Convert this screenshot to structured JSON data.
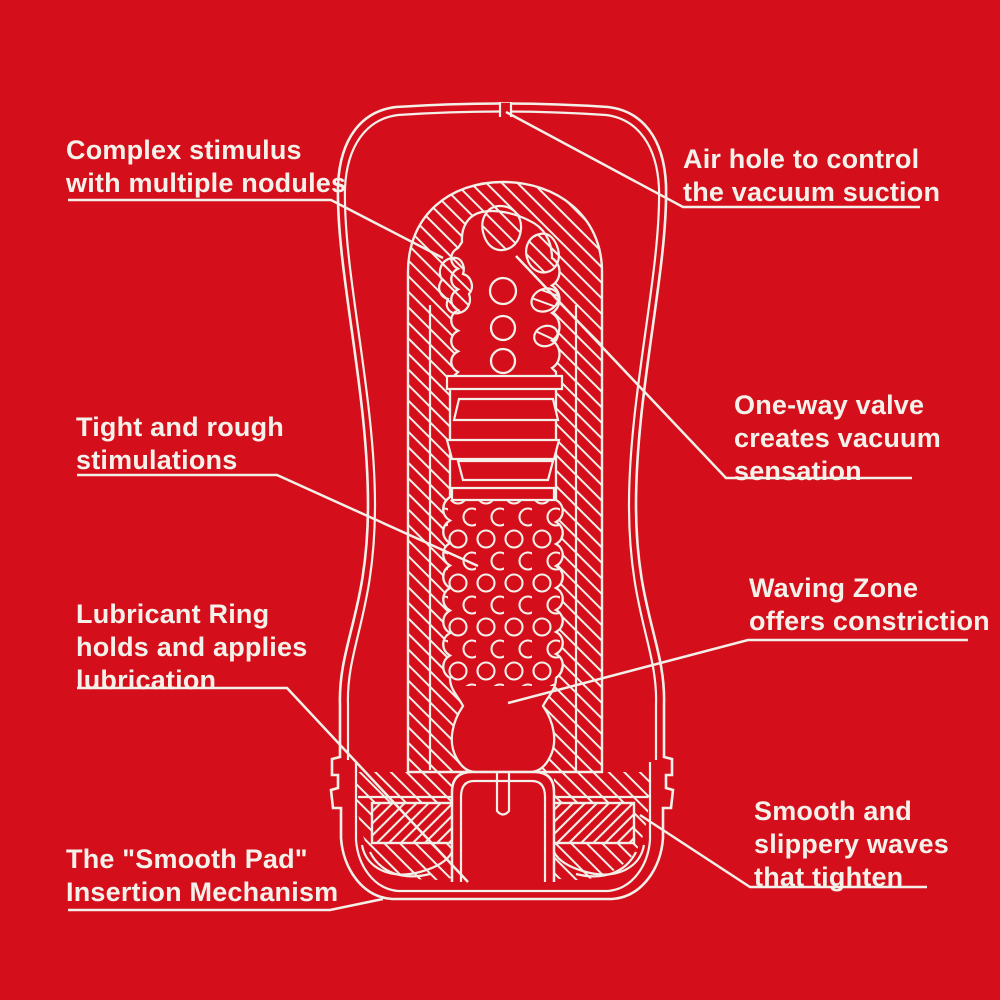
{
  "page": {
    "background_color": "#d40e1a",
    "line_color": "#f3f0e9",
    "text_color": "#f4f1ea",
    "subject": "Cup cross-section diagram"
  },
  "labels": {
    "complex_stimulus": "Complex stimulus\nwith multiple nodules",
    "air_hole": "Air hole to control\nthe vacuum suction",
    "tight_rough": "Tight and rough\nstimulations",
    "one_way_valve": "One-way valve\ncreates vacuum\nsensation",
    "lubricant_ring": "Lubricant Ring\nholds and applies\nlubrication",
    "waving_zone": "Waving Zone\noffers constriction",
    "smooth_pad": "The \"Smooth Pad\"\nInsertion Mechanism",
    "smooth_slippery": "Smooth and\nslippery waves\nthat tighten"
  }
}
